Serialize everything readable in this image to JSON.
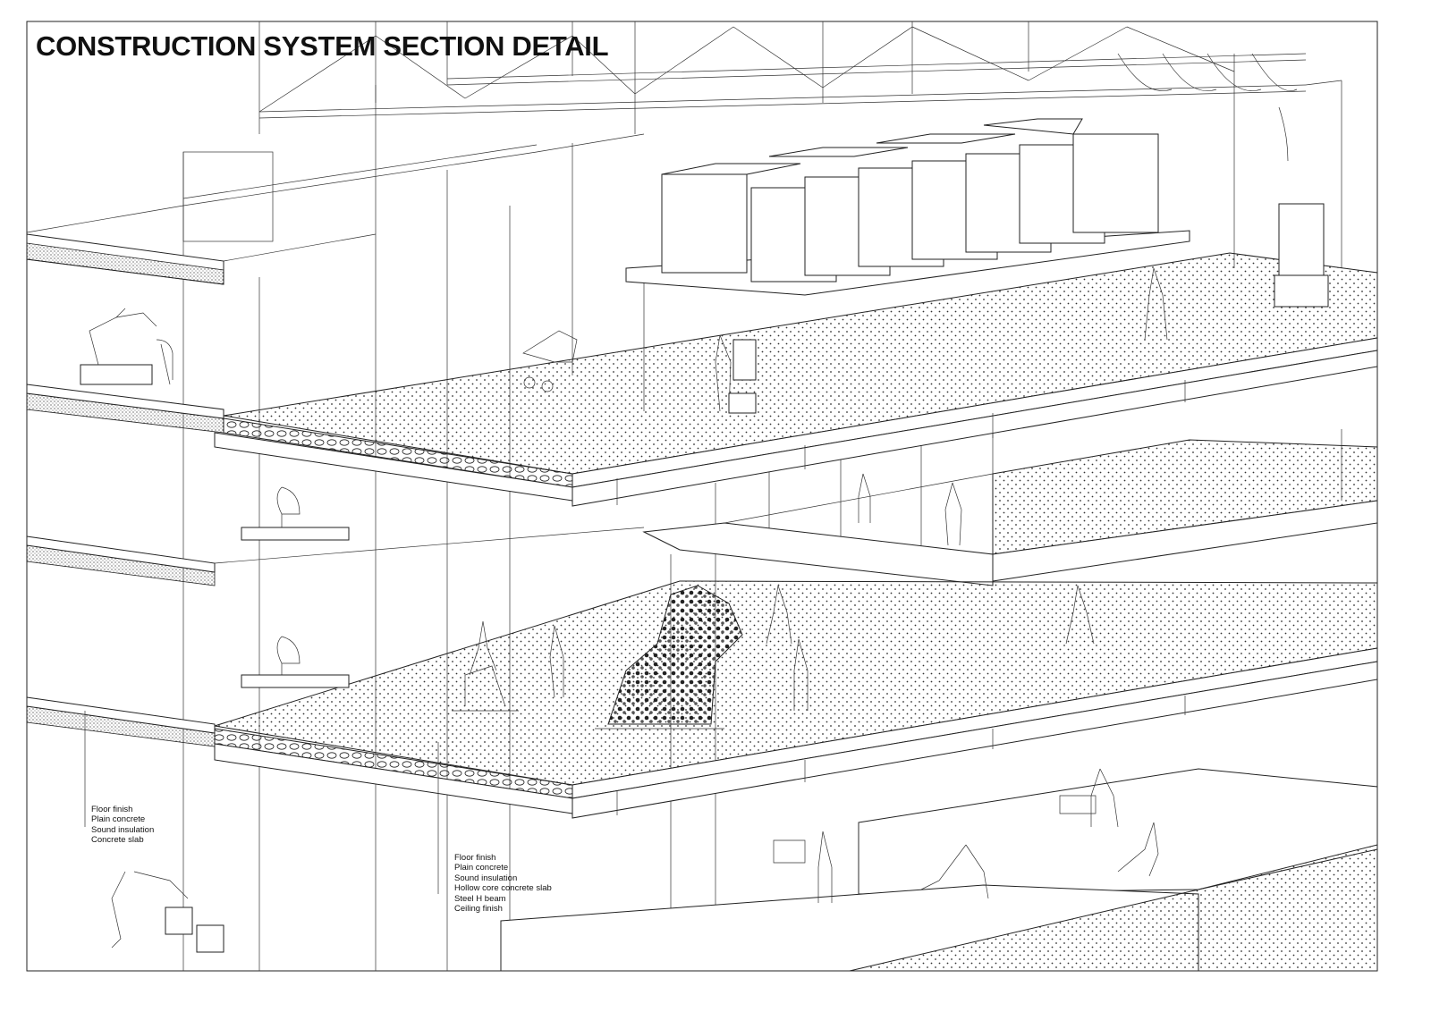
{
  "title": "CONSTRUCTION SYSTEM SECTION DETAIL",
  "annotations": {
    "left_layers": [
      "Floor finish",
      "Plain concrete",
      "Sound insulation",
      "Concrete slab"
    ],
    "right_layers": [
      "Floor finish",
      "Plain concrete",
      "Sound insulation",
      "Hollow core concrete slab",
      "Steel H beam",
      "Ceiling finish"
    ]
  },
  "colors": {
    "line": "#222222",
    "background": "#ffffff"
  }
}
